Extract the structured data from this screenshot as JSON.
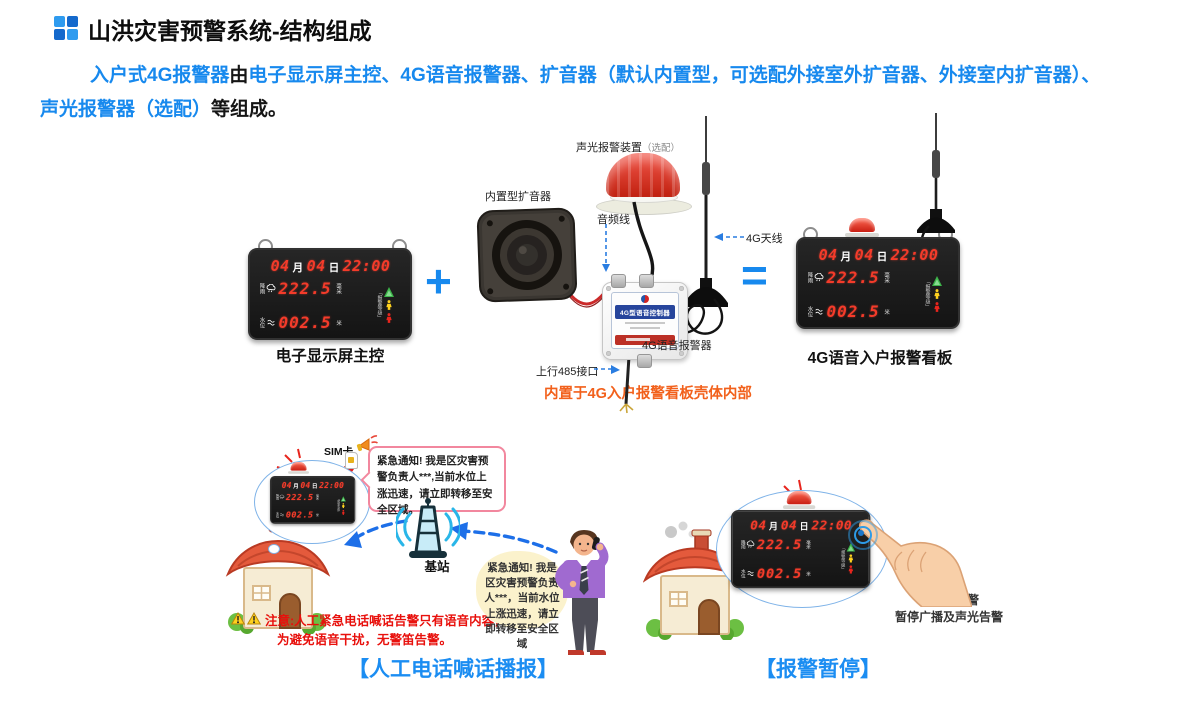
{
  "header": {
    "title": "山洪灾害预警系统-结构组成"
  },
  "intro": {
    "seg1": "入户式4G报警器",
    "seg2": "由",
    "seg3": "电子显示屏主控、4G语音报警器、扩音器（默认内置型，可选配外接室外扩音器、外接室内扩音器）、",
    "seg4": "声光报警器（选配）",
    "seg5": "等组成。"
  },
  "panel": {
    "month": "04",
    "month_unit": "月",
    "day": "04",
    "day_unit": "日",
    "time": "22:00",
    "rain_label": "降雨",
    "rain_value": "222.5",
    "rain_unit": "毫米",
    "water_label": "水位",
    "water_value": "002.5",
    "water_unit": "米",
    "level_label": "「报警等级」"
  },
  "diagram": {
    "plus": "+",
    "equals": "=",
    "captions": {
      "main_panel": "电子显示屏主控",
      "alarm_device": "4G语音报警器",
      "combined": "4G语音入户报警看板"
    },
    "labels": {
      "speaker": "内置型扩音器",
      "siren": "声光报警装置",
      "siren_opt": "（选配）",
      "audio": "音频线",
      "antenna": "4G天线",
      "rs485": "上行485接口",
      "builtin_note": "内置于4G入户报警看板壳体内部"
    },
    "device_label": "4G型语音控制器"
  },
  "scene_left": {
    "sim_label": "SIM卡",
    "bubble_text": "紧急通知! 我是区灾害预警负责人***,当前水位上涨迅速，请立即转移至安全区域。",
    "station_label": "基站",
    "warn_line1": "注意:人工紧急电话喊话告警只有语音内容，",
    "warn_line2": "为避免语音干扰，无警笛告警。",
    "caption": "【人工电话喊话播报】"
  },
  "scene_mid": {
    "phone_bubble_text": "紧急通知! 我是区灾害预警负责人***，当前水位上涨迅速，请立即转移至安全区域"
  },
  "scene_right": {
    "ack_line1": "已知晓告警",
    "ack_line2": "暂停广播及声光告警",
    "caption": "【报警暂停】"
  }
}
